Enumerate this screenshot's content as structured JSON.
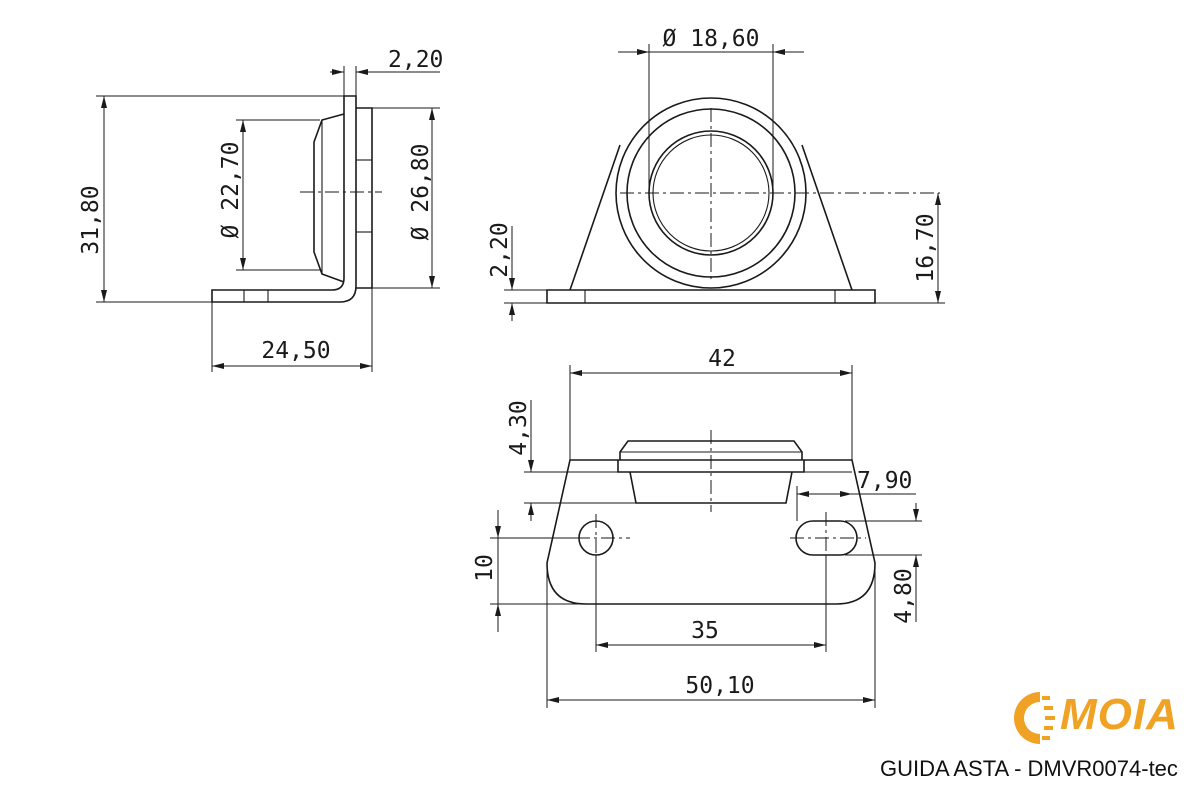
{
  "brand": {
    "logo_text": "MOIA",
    "color": "#f0a224"
  },
  "caption": "GUIDA ASTA - DMVR0074-tec",
  "dimensions": {
    "side_thickness": "2,20",
    "side_height": "31,80",
    "side_inner_diameter": "Ø 22,70",
    "side_outer_diameter": "Ø 26,80",
    "side_depth": "24,50",
    "front_bore": "Ø 18,60",
    "front_base_thickness": "2,20",
    "front_center_height": "16,70",
    "top_width": "42",
    "top_step": "4,30",
    "top_slot_length": "7,90",
    "top_hole_spacing_y": "10",
    "top_slot_width": "4,80",
    "top_hole_spacing_x": "35",
    "top_overall_width": "50,10"
  },
  "colors": {
    "line": "#1a1a1a"
  }
}
